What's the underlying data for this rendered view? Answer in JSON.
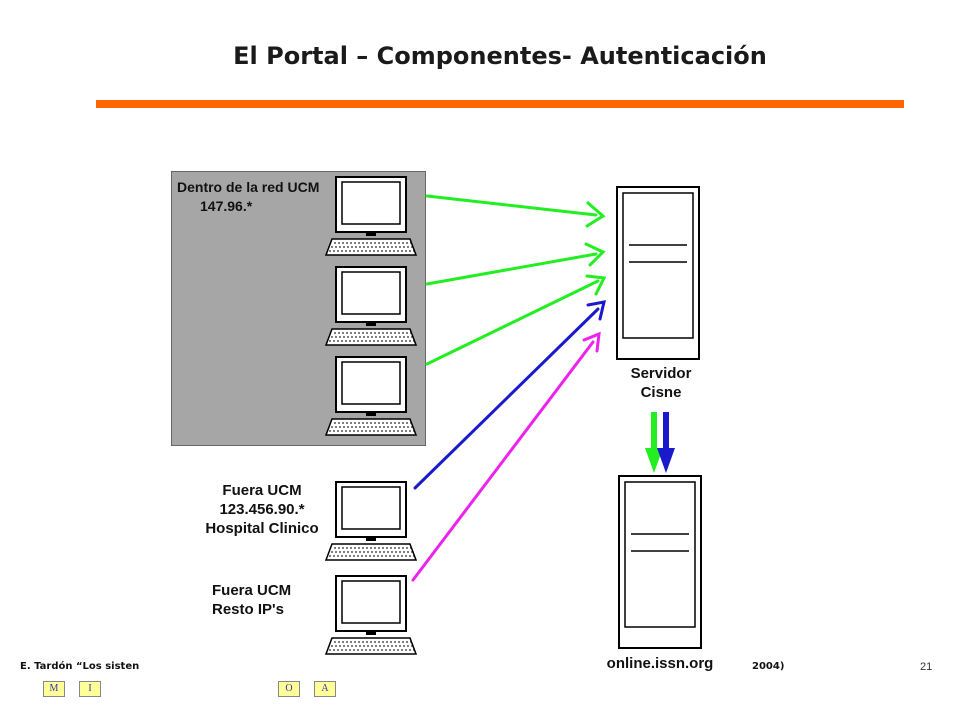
{
  "slide": {
    "title": "El Portal – Componentes- Autenticación",
    "accent_color": "#ff6600"
  },
  "diagram": {
    "inside_label": "Dentro de la red UCM",
    "inside_ip": "147.96.*",
    "outside1_label": "Fuera UCM\n123.456.90.*\nHospital Clinico",
    "outside2_label": "Fuera UCM\nResto IP's",
    "server_label": "Servidor\nCisne",
    "target_label": "online.issn.org",
    "colors": {
      "green": "#22ee22",
      "blue": "#1a1acc",
      "magenta": "#ee22ee",
      "box": "#a6a6a6"
    }
  },
  "footer": {
    "left_text": "E. Tardón  “Los sisten",
    "right_text": "2004)",
    "page_number": "21",
    "nav": [
      "M",
      "I",
      "O",
      "A"
    ]
  }
}
